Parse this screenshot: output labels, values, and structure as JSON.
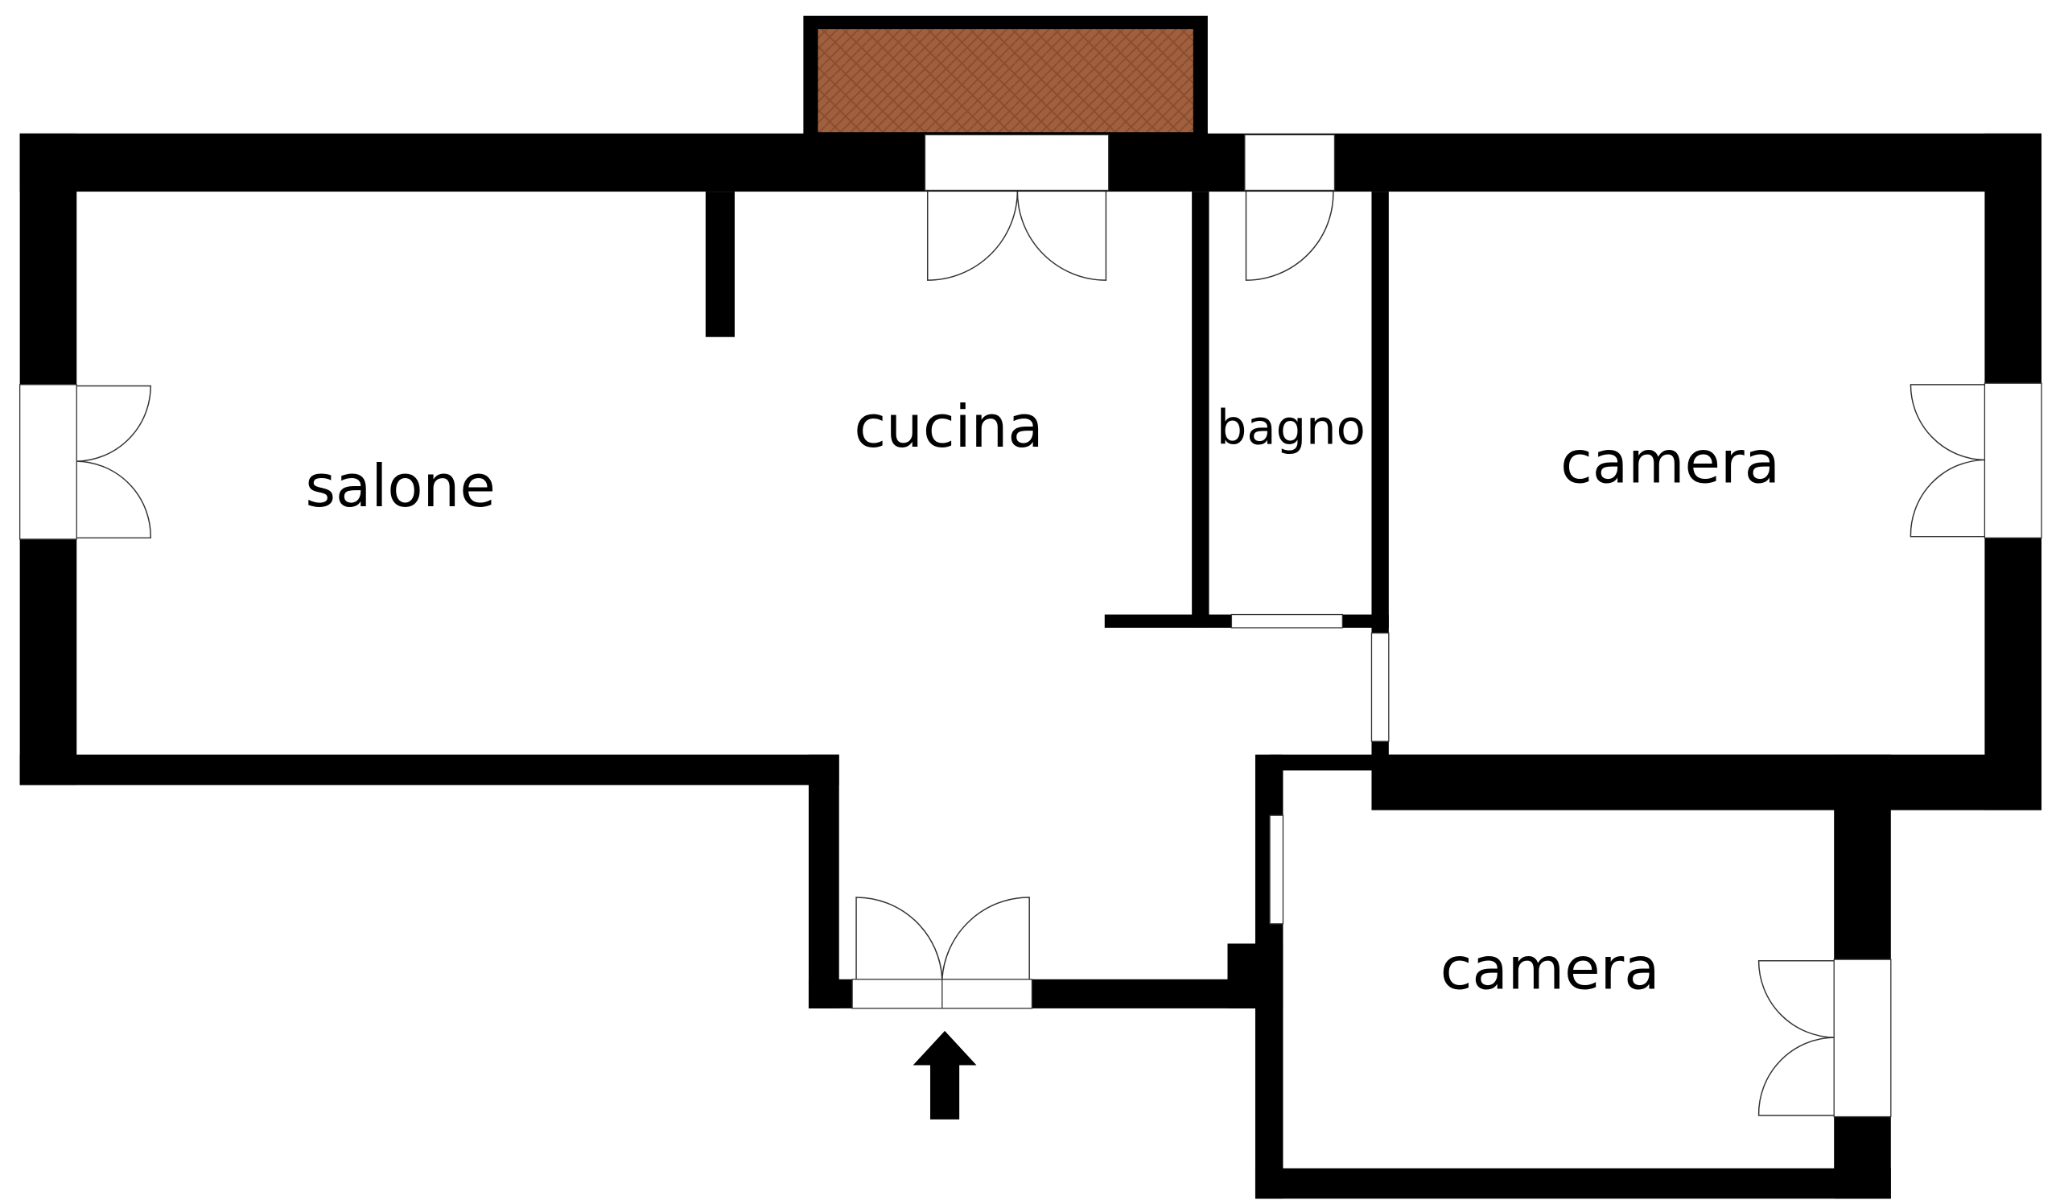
{
  "floorplan": {
    "rooms": [
      {
        "id": "salone",
        "label": "salone"
      },
      {
        "id": "cucina",
        "label": "cucina"
      },
      {
        "id": "bagno",
        "label": "bagno"
      },
      {
        "id": "camera-1",
        "label": "camera"
      },
      {
        "id": "camera-2",
        "label": "camera"
      }
    ],
    "colors": {
      "wall": "#000000",
      "background": "#ffffff",
      "balcony": "#a0603e",
      "balcony_pattern": "#8a4d30",
      "door_line": "#333333"
    },
    "entrance_icon": "arrow-up-icon"
  }
}
